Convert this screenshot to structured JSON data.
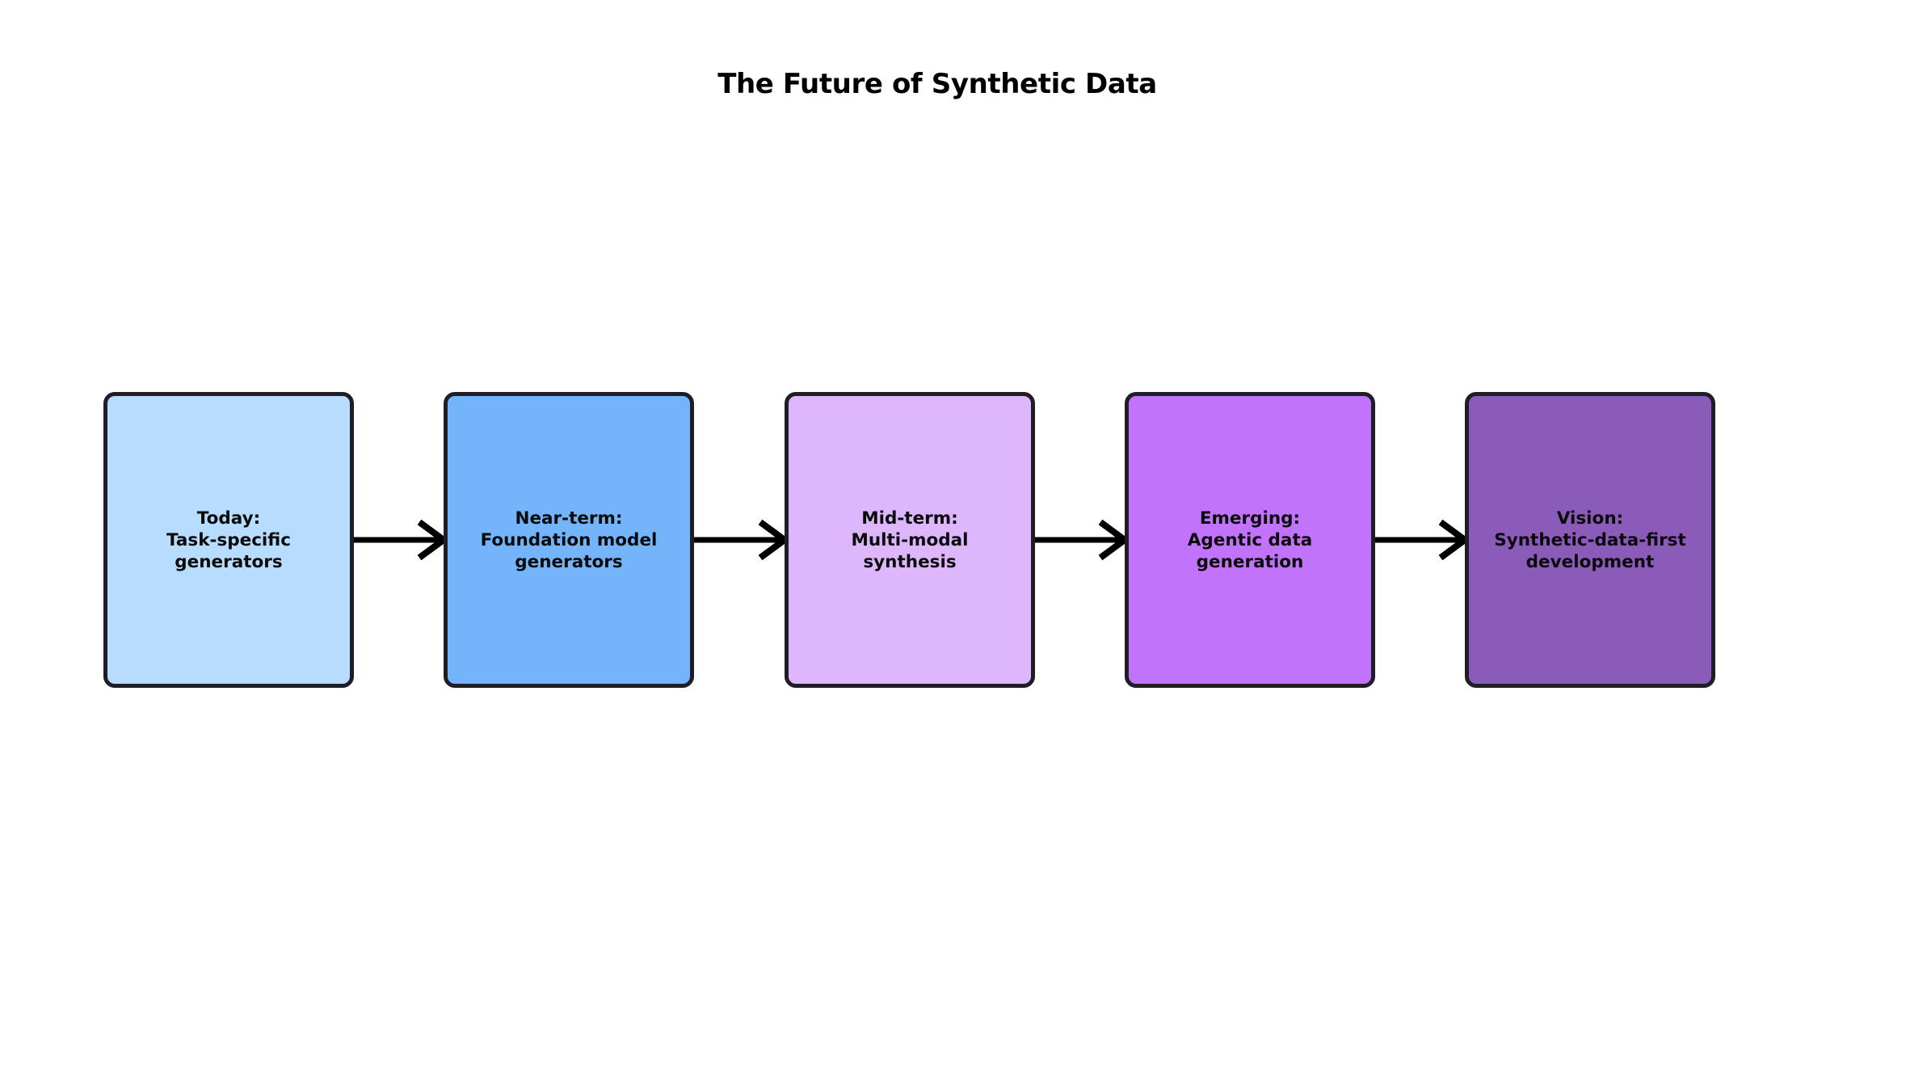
{
  "title": "The Future of Synthetic Data",
  "diagram": {
    "type": "linear-flow",
    "direction": "left-to-right",
    "node_count": 5,
    "arrow_count": 4,
    "background_color": "#ffffff",
    "border_color": "#1f1d26",
    "arrow_color": "#000000",
    "nodes": [
      {
        "id": "today",
        "label": "Today:\nTask-specific\ngenerators",
        "line1": "Today:",
        "line2": "Task-specific",
        "line3": "generators",
        "fill": "#b8dcfd"
      },
      {
        "id": "near-term",
        "label": "Near-term:\nFoundation model\ngenerators",
        "line1": "Near-term:",
        "line2": "Foundation model",
        "line3": "generators",
        "fill": "#74b4fb"
      },
      {
        "id": "mid-term",
        "label": "Mid-term:\nMulti-modal\nsynthesis",
        "line1": "Mid-term:",
        "line2": "Multi-modal",
        "line3": "synthesis",
        "fill": "#ddb6fb"
      },
      {
        "id": "emerging",
        "label": "Emerging:\nAgentic data\ngeneration",
        "line1": "Emerging:",
        "line2": "Agentic data",
        "line3": "generation",
        "fill": "#c273fb"
      },
      {
        "id": "vision",
        "label": "Vision:\nSynthetic-data-first\ndevelopment",
        "line1": "Vision:",
        "line2": "Synthetic-data-first",
        "line3": "development",
        "fill": "#8a5bb8"
      }
    ],
    "arrows": [
      {
        "id": "arrow-today-to-near-term",
        "from": "today",
        "to": "near-term"
      },
      {
        "id": "arrow-near-term-to-mid-term",
        "from": "near-term",
        "to": "mid-term"
      },
      {
        "id": "arrow-mid-term-to-emerging",
        "from": "mid-term",
        "to": "emerging"
      },
      {
        "id": "arrow-emerging-to-vision",
        "from": "emerging",
        "to": "vision"
      }
    ]
  }
}
